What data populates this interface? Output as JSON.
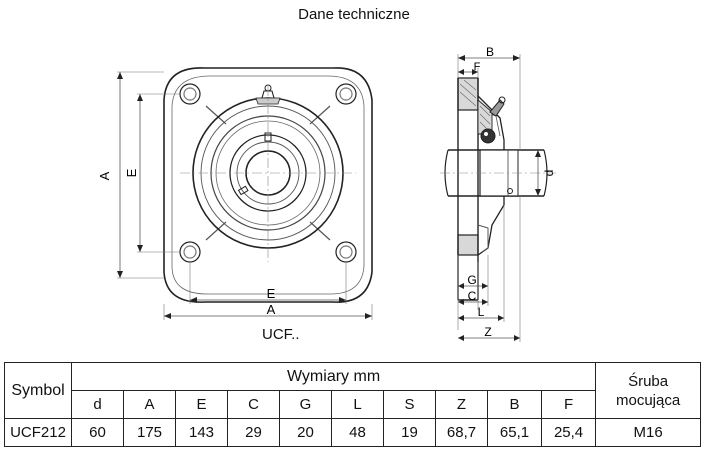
{
  "title": "Dane techniczne",
  "drawing": {
    "caption": "UCF..",
    "front_labels": {
      "A_vertical": "A",
      "E_vertical": "E",
      "E_horizontal": "E",
      "A_horizontal": "A"
    },
    "side_labels": {
      "B": "B",
      "F": "F",
      "d": "d",
      "G": "G",
      "C": "C",
      "L": "L",
      "Z": "Z"
    }
  },
  "table": {
    "symbol_header": "Symbol",
    "group_header": "Wymiary mm",
    "screw_header_line1": "Śruba",
    "screw_header_line2": "mocująca",
    "columns": [
      "d",
      "A",
      "E",
      "C",
      "G",
      "L",
      "S",
      "Z",
      "B",
      "F"
    ],
    "row": {
      "symbol": "UCF212",
      "values": [
        "60",
        "175",
        "143",
        "29",
        "20",
        "48",
        "19",
        "68,7",
        "65,1",
        "25,4"
      ],
      "screw": "M16"
    }
  }
}
